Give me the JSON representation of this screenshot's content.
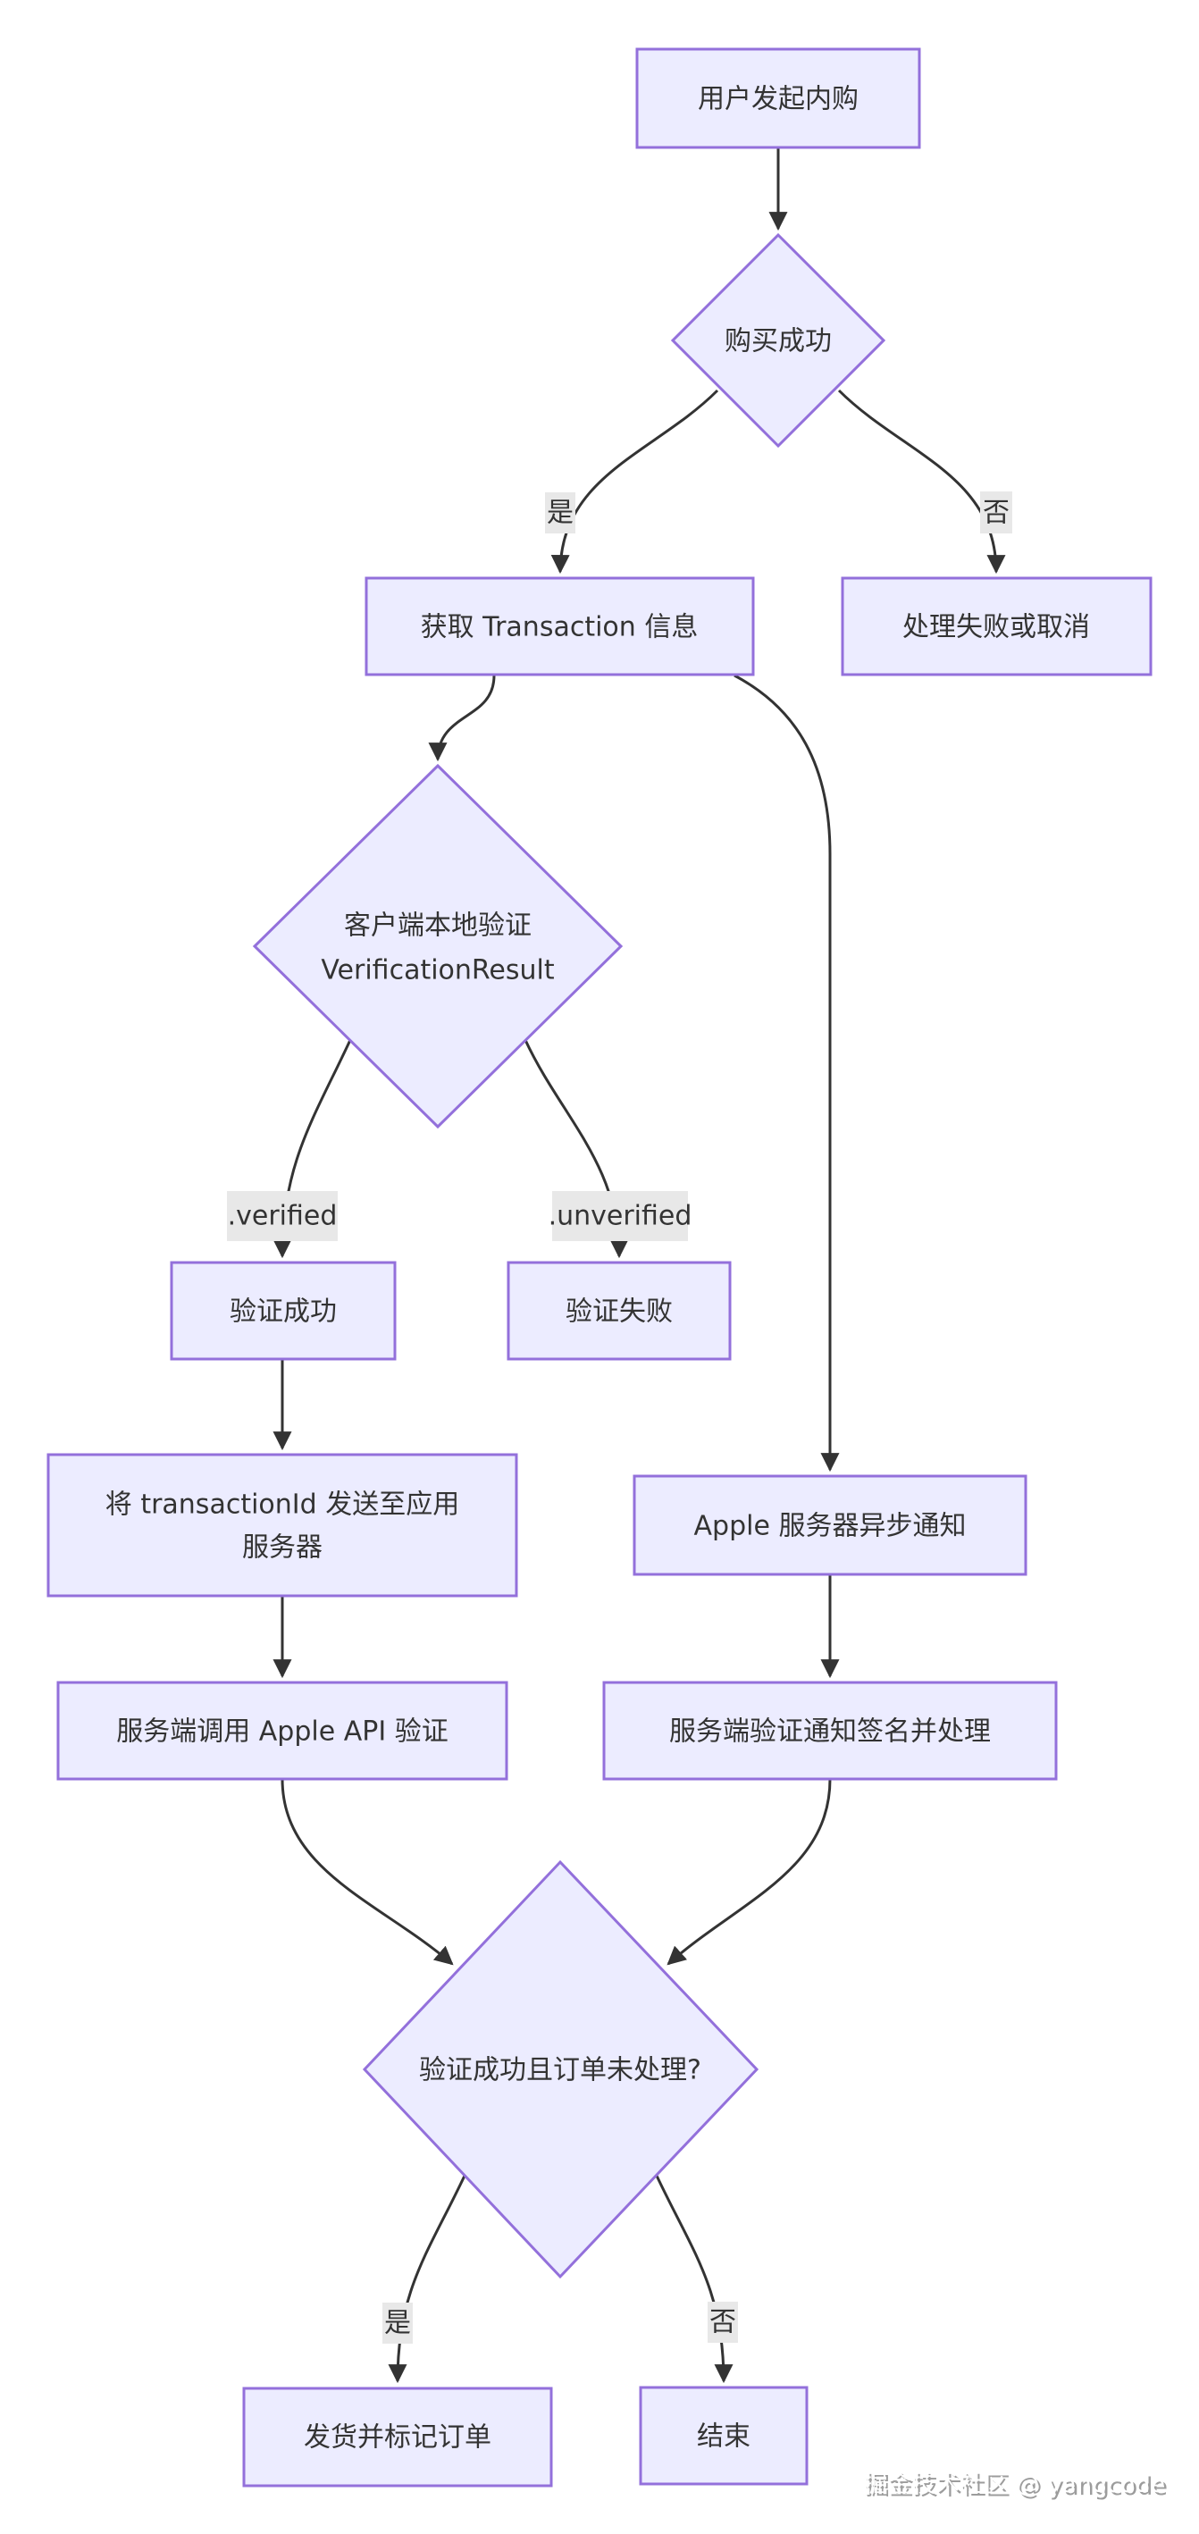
{
  "diagram": {
    "nodes": {
      "start": {
        "label": "用户发起内购"
      },
      "purchase_ok": {
        "label": "购买成功"
      },
      "get_transaction": {
        "label": "获取 Transaction 信息"
      },
      "handle_fail": {
        "label": "处理失败或取消"
      },
      "client_verify": {
        "line1": "客户端本地验证",
        "line2": "VerificationResult"
      },
      "verify_ok": {
        "label": "验证成功"
      },
      "verify_fail": {
        "label": "验证失败"
      },
      "send_transaction_id": {
        "line1": "将 transactionId 发送至应用",
        "line2": "服务器"
      },
      "apple_async_notify": {
        "label": "Apple 服务器异步通知"
      },
      "server_api_verify": {
        "label": "服务端调用 Apple API 验证"
      },
      "server_notify_verify": {
        "label": "服务端验证通知签名并处理"
      },
      "order_unprocessed": {
        "label": "验证成功且订单未处理?"
      },
      "ship_and_mark": {
        "label": "发货并标记订单"
      },
      "end": {
        "label": "结束"
      }
    },
    "edge_labels": {
      "yes_top": "是",
      "no_top": "否",
      "verified": ".verified",
      "unverified": ".unverified",
      "yes_bottom": "是",
      "no_bottom": "否"
    },
    "colors": {
      "node_fill": "#ECECFF",
      "node_border": "#9370DB",
      "edge_line": "#333333",
      "edge_label_bg": "#e8e8e8",
      "text": "#333333"
    }
  },
  "watermark": {
    "text": "掘金技术社区 @ yangcode"
  }
}
